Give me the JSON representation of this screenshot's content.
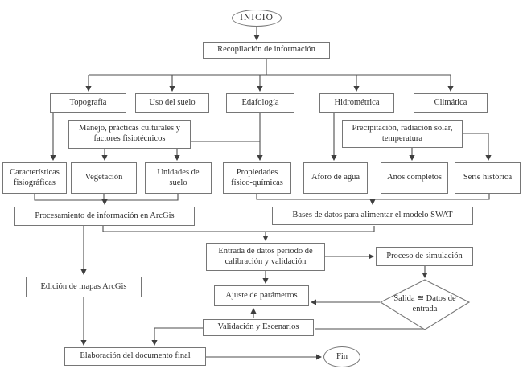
{
  "diagram": {
    "type": "flowchart",
    "language": "es",
    "line_color": "#4d4d4d",
    "box_border_color": "#767676",
    "background_color": "#ffffff",
    "nodes": {
      "inicio": "INICIO",
      "recopilacion": "Recopilación de información",
      "topografia": "Topografía",
      "uso_del_suelo": "Uso del suelo",
      "edafologia": "Edafología",
      "hidrometrica": "Hidrométrica",
      "climatica": "Climática",
      "manejo": "Manejo, prácticas culturales y factores fisiotécnicos",
      "precipitacion": "Precipitación, radiación solar, temperatura",
      "caracteristicas": "Características fisiográficas",
      "vegetacion": "Vegetación",
      "unidades": "Unidades de suelo",
      "propiedades": "Propiedades físico-químicas",
      "aforo": "Aforo de agua",
      "anios": "Años completos",
      "serie": "Serie histórica",
      "procesamiento": "Procesamiento de información en ArcGis",
      "bases": "Bases de datos para alimentar el modelo SWAT",
      "entrada": "Entrada de datos periodo de calibración y validación",
      "proceso": "Proceso de simulación",
      "edicion": "Edición de mapas ArcGis",
      "ajuste": "Ajuste de parámetros",
      "decision": "Salida ≅ Datos de entrada",
      "validacion": "Validación y Escenarios",
      "elaboracion": "Elaboración del documento final",
      "fin": "Fin"
    },
    "edges": [
      {
        "from": "inicio",
        "to": "recopilacion"
      },
      {
        "from": "recopilacion",
        "to": "topografia"
      },
      {
        "from": "recopilacion",
        "to": "uso_del_suelo"
      },
      {
        "from": "recopilacion",
        "to": "edafologia"
      },
      {
        "from": "recopilacion",
        "to": "hidrometrica"
      },
      {
        "from": "recopilacion",
        "to": "climatica"
      },
      {
        "from": "topografia",
        "to": "caracteristicas"
      },
      {
        "from": "manejo",
        "to": "vegetacion"
      },
      {
        "from": "edafologia",
        "to": "unidades"
      },
      {
        "from": "edafologia",
        "to": "propiedades"
      },
      {
        "from": "hidrometrica",
        "to": "aforo"
      },
      {
        "from": "precipitacion",
        "to": "anios"
      },
      {
        "from": "precipitacion",
        "to": "serie"
      },
      {
        "from": "caracteristicas",
        "to": "procesamiento"
      },
      {
        "from": "vegetacion",
        "to": "procesamiento"
      },
      {
        "from": "unidades",
        "to": "procesamiento"
      },
      {
        "from": "propiedades",
        "to": "bases"
      },
      {
        "from": "serie",
        "to": "bases"
      },
      {
        "from": "procesamiento",
        "to": "edicion"
      },
      {
        "from": "procesamiento",
        "to": "entrada"
      },
      {
        "from": "bases",
        "to": "entrada"
      },
      {
        "from": "entrada",
        "to": "proceso"
      },
      {
        "from": "entrada",
        "to": "ajuste"
      },
      {
        "from": "proceso",
        "to": "decision"
      },
      {
        "from": "decision",
        "to": "ajuste"
      },
      {
        "from": "decision",
        "to": "validacion"
      },
      {
        "from": "validacion",
        "to": "ajuste"
      },
      {
        "from": "validacion",
        "to": "elaboracion"
      },
      {
        "from": "edicion",
        "to": "elaboracion"
      },
      {
        "from": "elaboracion",
        "to": "fin"
      }
    ]
  }
}
